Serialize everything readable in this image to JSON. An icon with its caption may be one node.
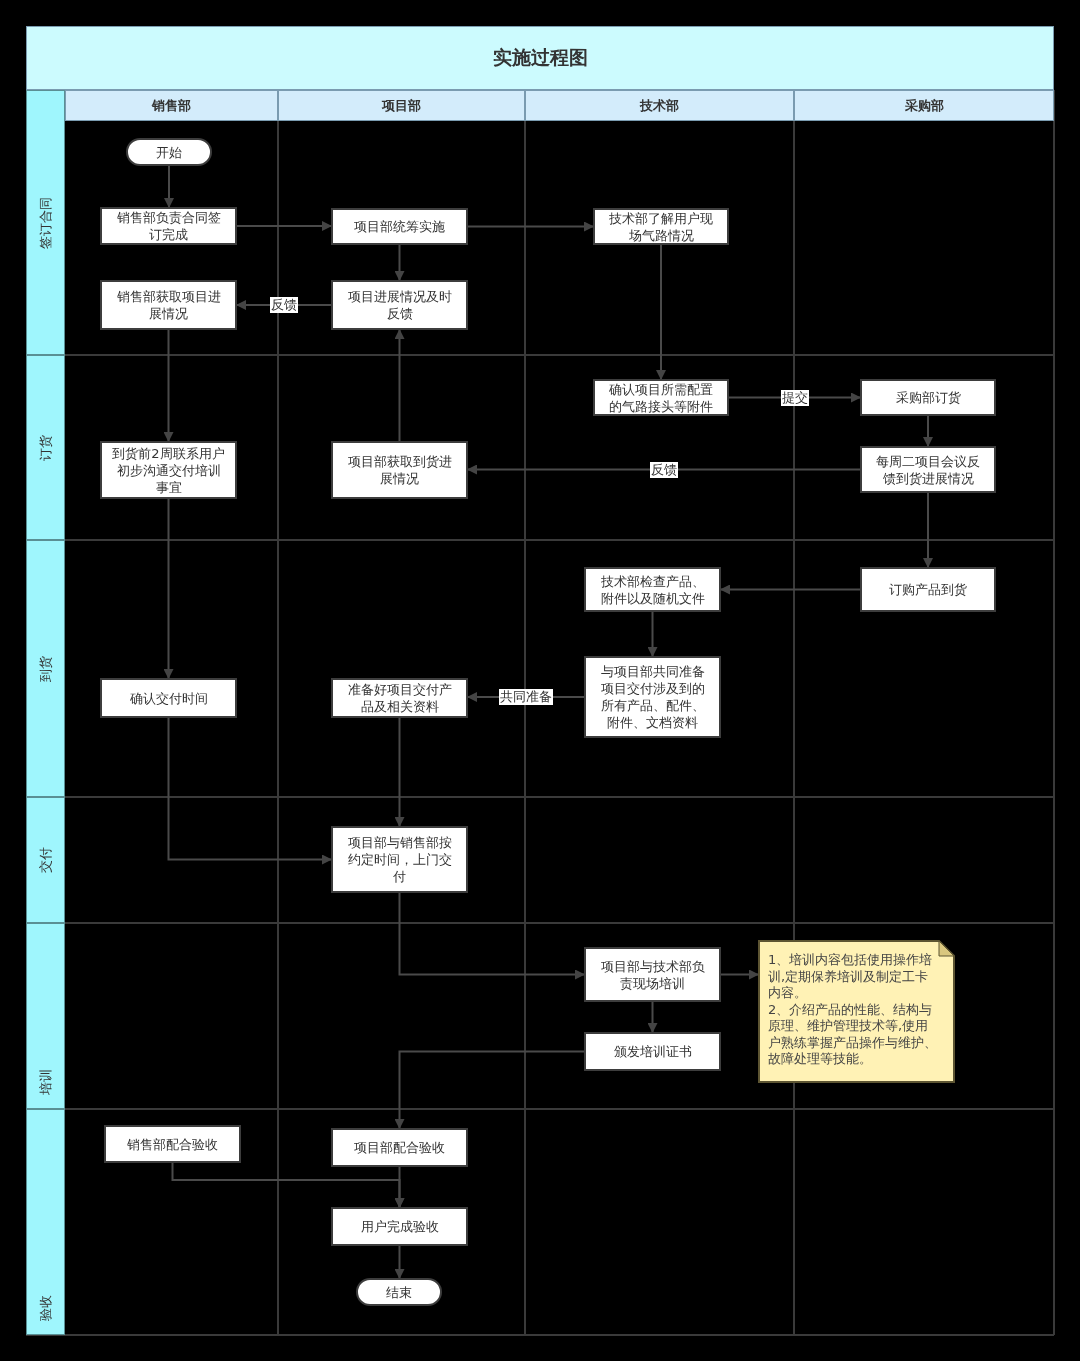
{
  "diagram": {
    "title": "实施过程图",
    "nodes": [
      {
        "text": [
          "销售部"
        ]
      },
      {
        "text": [
          "项目部"
        ]
      },
      {
        "text": [
          "技术部"
        ]
      },
      {
        "text": [
          "采购部"
        ]
      },
      {
        "text": [
          "签订合同"
        ]
      },
      {
        "text": [
          "订货"
        ]
      },
      {
        "text": [
          "到货"
        ]
      },
      {
        "text": [
          "交付"
        ]
      },
      {
        "text": [
          "培训"
        ]
      },
      {
        "text": [
          "验收"
        ]
      },
      {
        "text": [
          "开始"
        ]
      },
      {
        "text": [
          "销售部负责合同签订完成"
        ]
      },
      {
        "text": [
          "项目部统筹实施"
        ]
      },
      {
        "text": [
          "技术部了解用户现场气路情况"
        ]
      },
      {
        "text": [
          "销售部获取项目进展情况"
        ]
      },
      {
        "text": [
          "项目进展情况及时反馈"
        ]
      },
      {
        "text": [
          "确认项目所需配置的气路接头等附件"
        ]
      },
      {
        "text": [
          "采购部订货"
        ]
      },
      {
        "text": [
          "到货前2周联系用户初步沟通交付培训事宜"
        ]
      },
      {
        "text": [
          "项目部获取到货进展情况"
        ]
      },
      {
        "text": [
          "每周二项目会议反馈到货进展情况"
        ]
      },
      {
        "text": [
          "技术部检查产品、附件以及随机文件"
        ]
      },
      {
        "text": [
          "订购产品到货"
        ]
      },
      {
        "text": [
          "确认交付时间"
        ]
      },
      {
        "text": [
          "准备好项目交付产品及相关资料"
        ]
      },
      {
        "text": [
          "与项目部共同准备项目交付涉及到的所有产品、配件、附件、文档资料"
        ]
      },
      {
        "text": [
          "项目部与销售部按约定时间，上门交付"
        ]
      },
      {
        "text": [
          "项目部与技术部负责现场培训"
        ]
      },
      {
        "text": [
          "1、培训内容包括使用操作培训,定期保养培训及制定工卡内容。",
          "2、介绍产品的性能、结构与原理、维护管理技术等,使用户熟练掌握产品操作与维护、故障处理等技能。"
        ]
      },
      {
        "text": [
          "颁发培训证书"
        ]
      },
      {
        "text": [
          "销售部配合验收"
        ]
      },
      {
        "text": [
          "项目部配合验收"
        ]
      },
      {
        "text": [
          "用户完成验收"
        ]
      },
      {
        "text": [
          "结束"
        ]
      }
    ],
    "edges": [
      {
        "from": 10,
        "to": 11,
        "arrow": "to"
      },
      {
        "from": 11,
        "to": 12,
        "arrow": "to"
      },
      {
        "from": 12,
        "to": 13,
        "arrow": "to"
      },
      {
        "from": 12,
        "to": 15,
        "arrow": "to"
      },
      {
        "from": 15,
        "to": 14,
        "arrow": "to",
        "label": "反馈"
      },
      {
        "from": 13,
        "to": 16,
        "arrow": "to"
      },
      {
        "from": 16,
        "to": 17,
        "arrow": "to",
        "label": "提交"
      },
      {
        "from": 17,
        "to": 20,
        "arrow": "to"
      },
      {
        "from": 20,
        "to": 19,
        "arrow": "to",
        "label": "反馈"
      },
      {
        "from": 19,
        "to": 15,
        "arrow": "to"
      },
      {
        "from": 14,
        "to": 18,
        "arrow": "to"
      },
      {
        "from": 20,
        "to": 22,
        "arrow": "to"
      },
      {
        "from": 22,
        "to": 21,
        "arrow": "to"
      },
      {
        "from": 21,
        "to": 25,
        "arrow": "to"
      },
      {
        "from": 25,
        "to": 24,
        "arrow": "to",
        "label": "共同准备"
      },
      {
        "from": 18,
        "to": 23,
        "arrow": "to"
      },
      {
        "from": 23,
        "to": 26,
        "arrow": "to"
      },
      {
        "from": 24,
        "to": 26,
        "arrow": "to"
      },
      {
        "from": 26,
        "to": 27,
        "arrow": "to"
      },
      {
        "from": 27,
        "to": 28,
        "arrow": "to"
      },
      {
        "from": 27,
        "to": 29,
        "arrow": "to"
      },
      {
        "from": 29,
        "to": 31,
        "arrow": "to"
      },
      {
        "from": 30,
        "to": 32,
        "arrow": "to"
      },
      {
        "from": 31,
        "to": 32,
        "arrow": "to"
      },
      {
        "from": 32,
        "to": 33,
        "arrow": "to"
      }
    ]
  }
}
